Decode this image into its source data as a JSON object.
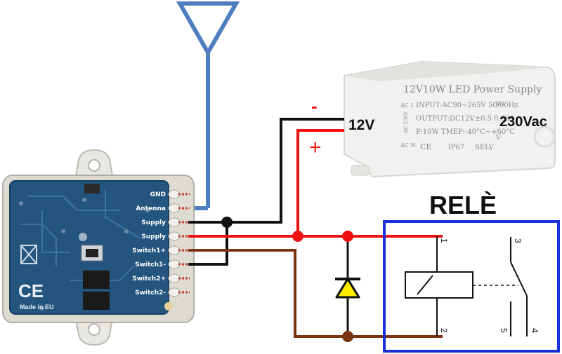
{
  "module": {
    "pins": [
      "GND",
      "Antenna",
      "Supply",
      "Supply",
      "Switch1+",
      "Switch1-",
      "Switch2+",
      "Switch2-"
    ],
    "made_in": "Made in EU",
    "ce_mark": "CE"
  },
  "power_supply": {
    "title": "12V10W LED Power Supply",
    "input_line": "INPUT:AC90~265V 50/60Hz",
    "output_line": "OUTPUT:DC12V±0.5  0.83A",
    "power_line": "P:10W TMEP:-40°C~+60°C",
    "ac_vertical": "AC 230V",
    "ac_l": "AC L",
    "ac_n": "AC N",
    "ce": "CE",
    "ip": "IP67",
    "selv": "SELV",
    "v_plus": "V+",
    "v_minus": "V-",
    "label_12v": "12V",
    "label_230vac": "230Vac"
  },
  "polarity": {
    "minus": "-",
    "plus": "+"
  },
  "relay": {
    "title": "RELÈ",
    "pin1": "1",
    "pin2": "2",
    "pin3": "3",
    "pin4": "4",
    "pin5": "5"
  },
  "colors": {
    "antenna": "#4f7fc0",
    "positive": "#ee1111",
    "negative": "#111111",
    "coil_return": "#7a3410",
    "relay_box": "#1a2fd6",
    "diode": "#ffee00"
  }
}
